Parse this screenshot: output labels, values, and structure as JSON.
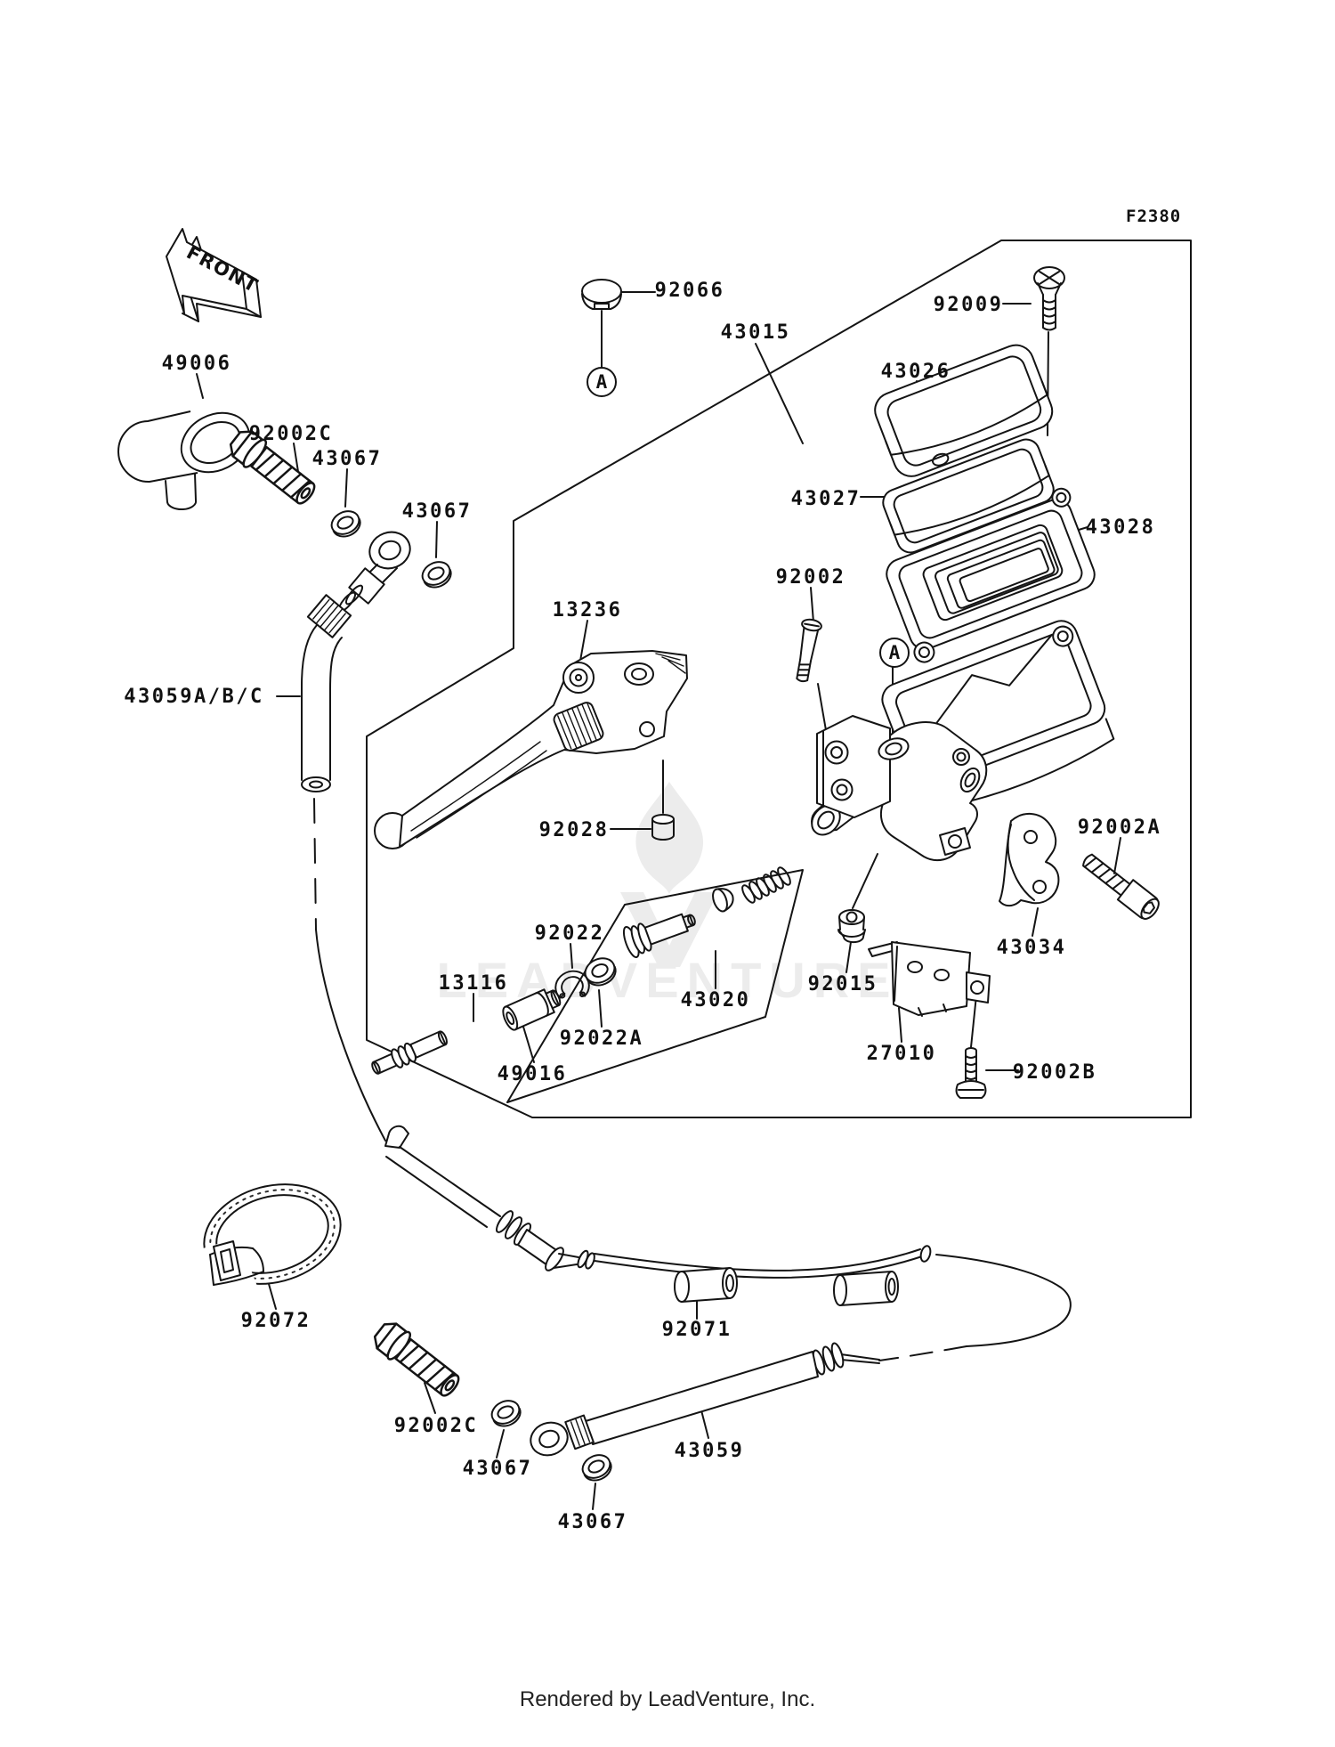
{
  "doc": {
    "figure_code": "F2380",
    "front_label": "FRONT",
    "watermark": "LEADVENTURE",
    "footer": "Rendered by LeadVenture, Inc.",
    "detail_marker": "A"
  },
  "part_labels": [
    {
      "text": "92066"
    },
    {
      "text": "43015"
    },
    {
      "text": "92009"
    },
    {
      "text": "43026"
    },
    {
      "text": "43027"
    },
    {
      "text": "43028"
    },
    {
      "text": "49006"
    },
    {
      "text": "92002C"
    },
    {
      "text": "43067"
    },
    {
      "text": "43067"
    },
    {
      "text": "13236"
    },
    {
      "text": "92002"
    },
    {
      "text": "43059A/B/C"
    },
    {
      "text": "92028"
    },
    {
      "text": "92002A"
    },
    {
      "text": "92022"
    },
    {
      "text": "13116"
    },
    {
      "text": "43020"
    },
    {
      "text": "92015"
    },
    {
      "text": "92022A"
    },
    {
      "text": "49016"
    },
    {
      "text": "27010"
    },
    {
      "text": "92002B"
    },
    {
      "text": "43034"
    },
    {
      "text": "92072"
    },
    {
      "text": "92071"
    },
    {
      "text": "92002C"
    },
    {
      "text": "43067"
    },
    {
      "text": "43059"
    },
    {
      "text": "43067"
    }
  ]
}
